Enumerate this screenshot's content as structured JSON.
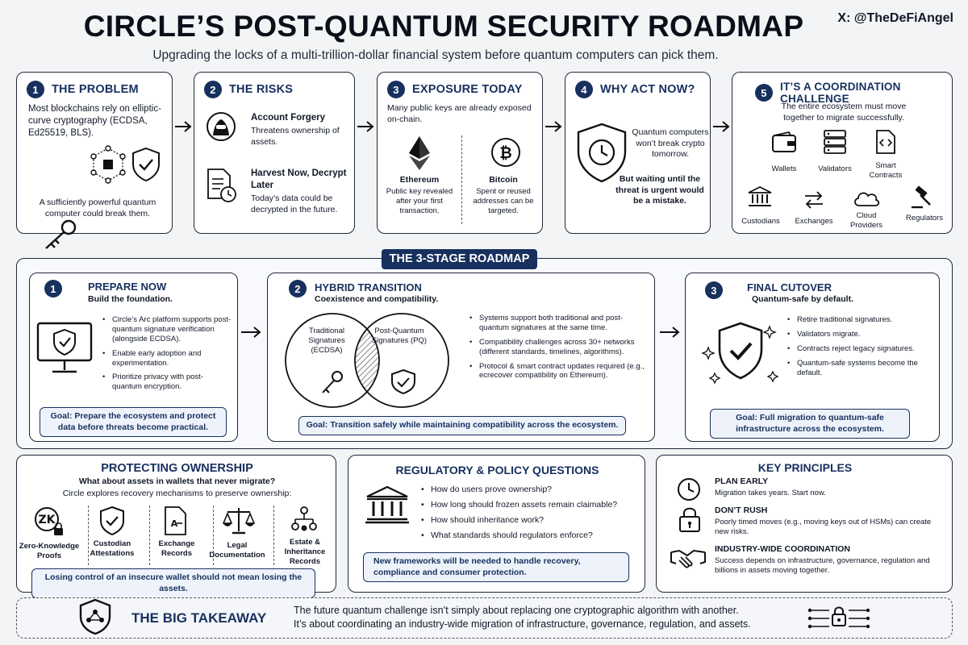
{
  "header": {
    "title": "CIRCLE’S POST-QUANTUM SECURITY ROADMAP",
    "subtitle": "Upgrading the locks of a multi-trillion-dollar financial system before quantum computers can pick them.",
    "handle": "X: @TheDeFiAngel"
  },
  "top": {
    "problem": {
      "num": "1",
      "title": "THE PROBLEM",
      "text": "Most blockchains rely on elliptic-curve cryptography (ECDSA, Ed25519, BLS).",
      "bottom": "A sufficiently powerful quantum computer could break them."
    },
    "risks": {
      "num": "2",
      "title": "THE RISKS",
      "r1_title": "Account Forgery",
      "r1_text": "Threatens ownership of assets.",
      "r2_title": "Harvest Now, Decrypt Later",
      "r2_text": "Today’s data could be decrypted in the future."
    },
    "exposure": {
      "num": "3",
      "title": "EXPOSURE TODAY",
      "text": "Many public keys are already exposed on-chain.",
      "eth_title": "Ethereum",
      "eth_text": "Public key revealed after your first transaction.",
      "btc_title": "Bitcoin",
      "btc_text": "Spent or reused addresses can be targeted."
    },
    "why": {
      "num": "4",
      "title": "WHY ACT NOW?",
      "text1": "Quantum computers won’t break crypto tomorrow.",
      "text2": "But waiting until the threat is urgent would be a mistake."
    },
    "coord": {
      "num": "5",
      "title": "IT’S A COORDINATION CHALLENGE",
      "text": "The entire ecosystem must move together to migrate successfully.",
      "items": [
        "Wallets",
        "Validators",
        "Smart Contracts",
        "Custodians",
        "Exchanges",
        "Cloud Providers",
        "Regulators"
      ]
    }
  },
  "roadmap": {
    "banner": "THE 3-STAGE ROADMAP",
    "s1": {
      "num": "1",
      "title": "PREPARE NOW",
      "sub": "Build the foundation.",
      "bullets": [
        "Circle’s Arc platform supports post-quantum signature verification (alongside ECDSA).",
        "Enable early adoption and experimentation.",
        "Prioritize privacy with post-quantum encryption."
      ],
      "goal": "Goal: Prepare the ecosystem and protect data before threats become practical."
    },
    "s2": {
      "num": "2",
      "title": "HYBRID TRANSITION",
      "sub": "Coexistence and compatibility.",
      "venn_left": "Traditional Signatures (ECDSA)",
      "venn_right": "Post-Quantum Signatures (PQ)",
      "bullets": [
        "Systems support both traditional and post-quantum signatures at the same time.",
        "Compatibility challenges across 30+ networks (different standards, timelines, algorithms).",
        "Protocol & smart contract updates required (e.g., ecrecover compatibility on Ethereum)."
      ],
      "goal": "Goal: Transition safely while maintaining compatibility across the ecosystem."
    },
    "s3": {
      "num": "3",
      "title": "FINAL CUTOVER",
      "sub": "Quantum-safe by default.",
      "bullets": [
        "Retire traditional signatures.",
        "Validators migrate.",
        "Contracts reject legacy signatures.",
        "Quantum-safe systems become the default."
      ],
      "goal": "Goal: Full migration to quantum-safe infrastructure across the ecosystem."
    }
  },
  "bottom": {
    "ownership": {
      "title": "PROTECTING OWNERSHIP",
      "q": "What about assets in wallets that never migrate?",
      "text": "Circle explores recovery mechanisms to preserve ownership:",
      "items": [
        "Zero-Knowledge Proofs",
        "Custodian Attestations",
        "Exchange Records",
        "Legal Documentation",
        "Estate & Inheritance Records"
      ],
      "goal": "Losing control of an insecure wallet should not mean losing the assets."
    },
    "regulatory": {
      "title": "REGULATORY & POLICY QUESTIONS",
      "bullets": [
        "How do users prove ownership?",
        "How long should frozen assets remain claimable?",
        "How should inheritance work?",
        "What standards should regulators enforce?"
      ],
      "goal": "New frameworks will be needed to handle recovery, compliance and consumer protection."
    },
    "principles": {
      "title": "KEY PRINCIPLES",
      "p1_title": "PLAN EARLY",
      "p1_text": "Migration takes years. Start now.",
      "p2_title": "DON’T RUSH",
      "p2_text": "Poorly timed moves (e.g., moving keys out of HSMs) can create new risks.",
      "p3_title": "INDUSTRY-WIDE COORDINATION",
      "p3_text": "Success depends on infrastructure, governance, regulation and billions in assets moving together."
    }
  },
  "takeaway": {
    "title": "THE BIG TAKEAWAY",
    "line1": "The future quantum challenge isn’t simply about replacing one cryptographic algorithm with another.",
    "line2": "It’s about coordinating an industry-wide migration of infrastructure, governance, regulation, and assets."
  },
  "colors": {
    "navy": "#17305e",
    "border": "#1f2937",
    "bg": "#f3f4f6"
  }
}
